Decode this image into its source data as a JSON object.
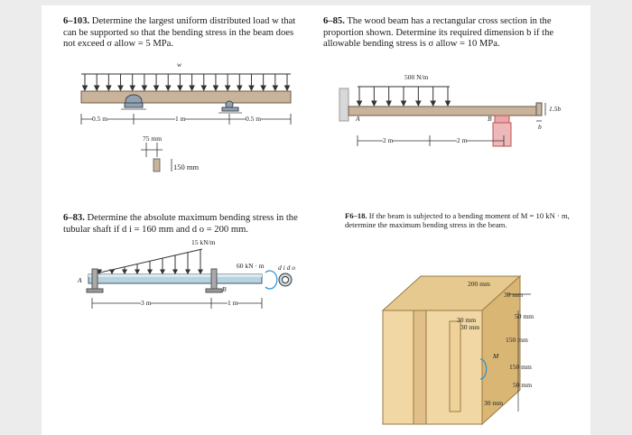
{
  "problems": {
    "p1": {
      "number": "6–103.",
      "text": "Determine the largest uniform distributed load w that can be supported so that the bending stress in the beam does not exceed σ allow = 5 MPa."
    },
    "p2": {
      "number": "6–85.",
      "text": "The wood beam has a rectangular cross section in the proportion shown. Determine its required dimension b if the allowable bending stress is σ allow = 10 MPa."
    },
    "p3": {
      "number": "6–83.",
      "text": "Determine the absolute maximum bending stress in the tubular shaft if d i = 160 mm and d o = 200 mm."
    },
    "p4": {
      "number": "F6–18.",
      "text": "If the beam is subjected to a bending moment of M = 10 kN · m, determine the maximum bending stress in the beam."
    }
  },
  "fig1": {
    "load": "w",
    "dim_a": "0.5 m",
    "dim_b": "1 m",
    "dim_c": "0.5 m",
    "section_w": "75 mm",
    "section_h": "150 mm"
  },
  "fig2": {
    "load": "500 N/m",
    "A": "A",
    "B": "B",
    "dim_a": "2 m",
    "dim_b": "2 m",
    "h": "1.5b",
    "b": "b"
  },
  "fig3": {
    "load": "15 kN/m",
    "moment": "60 kN · m",
    "diam": "d i  d o",
    "A": "A",
    "B": "B",
    "dim_a": "3 m",
    "dim_b": "1 m"
  },
  "fig4": {
    "d200": "200 mm",
    "d30a": "30 mm",
    "d30b": "30 mm",
    "d30c": "30 mm",
    "d50a": "50 mm",
    "d150a": "150 mm",
    "M": "M",
    "d150b": "150 mm",
    "d50b": "50 mm",
    "d30d": "30 mm"
  }
}
